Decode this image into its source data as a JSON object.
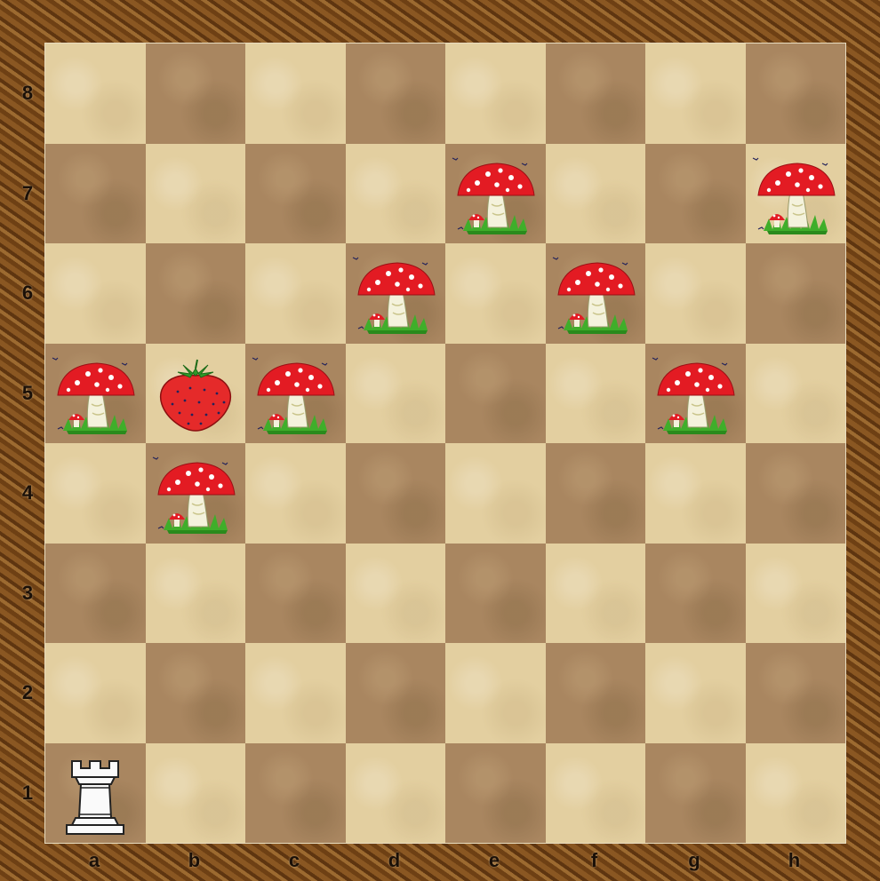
{
  "board": {
    "files": [
      "a",
      "b",
      "c",
      "d",
      "e",
      "f",
      "g",
      "h"
    ],
    "ranks": [
      "8",
      "7",
      "6",
      "5",
      "4",
      "3",
      "2",
      "1"
    ],
    "pieces": [
      {
        "type": "mushroom",
        "square": "e7"
      },
      {
        "type": "mushroom",
        "square": "h7"
      },
      {
        "type": "mushroom",
        "square": "d6"
      },
      {
        "type": "mushroom",
        "square": "f6"
      },
      {
        "type": "mushroom",
        "square": "a5"
      },
      {
        "type": "strawberry",
        "square": "b5"
      },
      {
        "type": "mushroom",
        "square": "c5"
      },
      {
        "type": "mushroom",
        "square": "g5"
      },
      {
        "type": "mushroom",
        "square": "b4"
      },
      {
        "type": "white-rook",
        "square": "a1"
      }
    ]
  },
  "colors": {
    "light_square": "#e3cfa0",
    "dark_square": "#a98660",
    "mushroom_cap": "#e31b23",
    "strawberry": "#e52a2a",
    "frame": "#7a4a1c"
  }
}
